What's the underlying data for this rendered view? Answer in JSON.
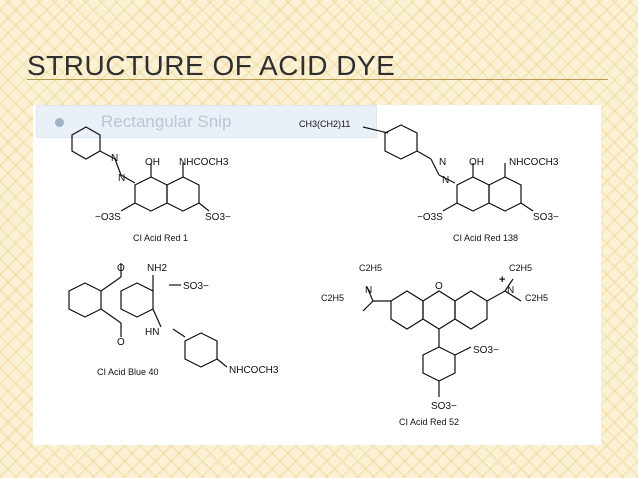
{
  "slide": {
    "title": "STRUCTURE OF ACID DYE"
  },
  "overlay": {
    "label": "Rectangular Snip",
    "icon": "snip-bullet-icon"
  },
  "structures": [
    {
      "name": "CI Acid Red 1",
      "labels": {
        "oh": "OH",
        "amide": "NHCOCH3",
        "n1": "N",
        "n2": "N",
        "so3_left": "−O3S",
        "so3_right": "SO3−"
      }
    },
    {
      "name": "CI Acid Red 138",
      "labels": {
        "chain": "CH3(CH2)11",
        "oh": "OH",
        "amide": "NHCOCH3",
        "n1": "N",
        "n2": "N",
        "so3_left": "−O3S",
        "so3_right": "SO3−"
      }
    },
    {
      "name": "CI Acid Blue 40",
      "labels": {
        "o_top": "O",
        "o_bottom": "O",
        "nh2": "NH2",
        "so3": "SO3−",
        "hn": "HN",
        "amide": "NHCOCH3"
      }
    },
    {
      "name": "CI Acid Red 52",
      "labels": {
        "et1": "C2H5",
        "et2": "C2H5",
        "et3": "C2H5",
        "et4": "C2H5",
        "n_left": "N",
        "n_right": "N",
        "plus": "+",
        "o_ring": "O",
        "so3_a": "SO3−",
        "so3_b": "SO3−"
      }
    }
  ]
}
